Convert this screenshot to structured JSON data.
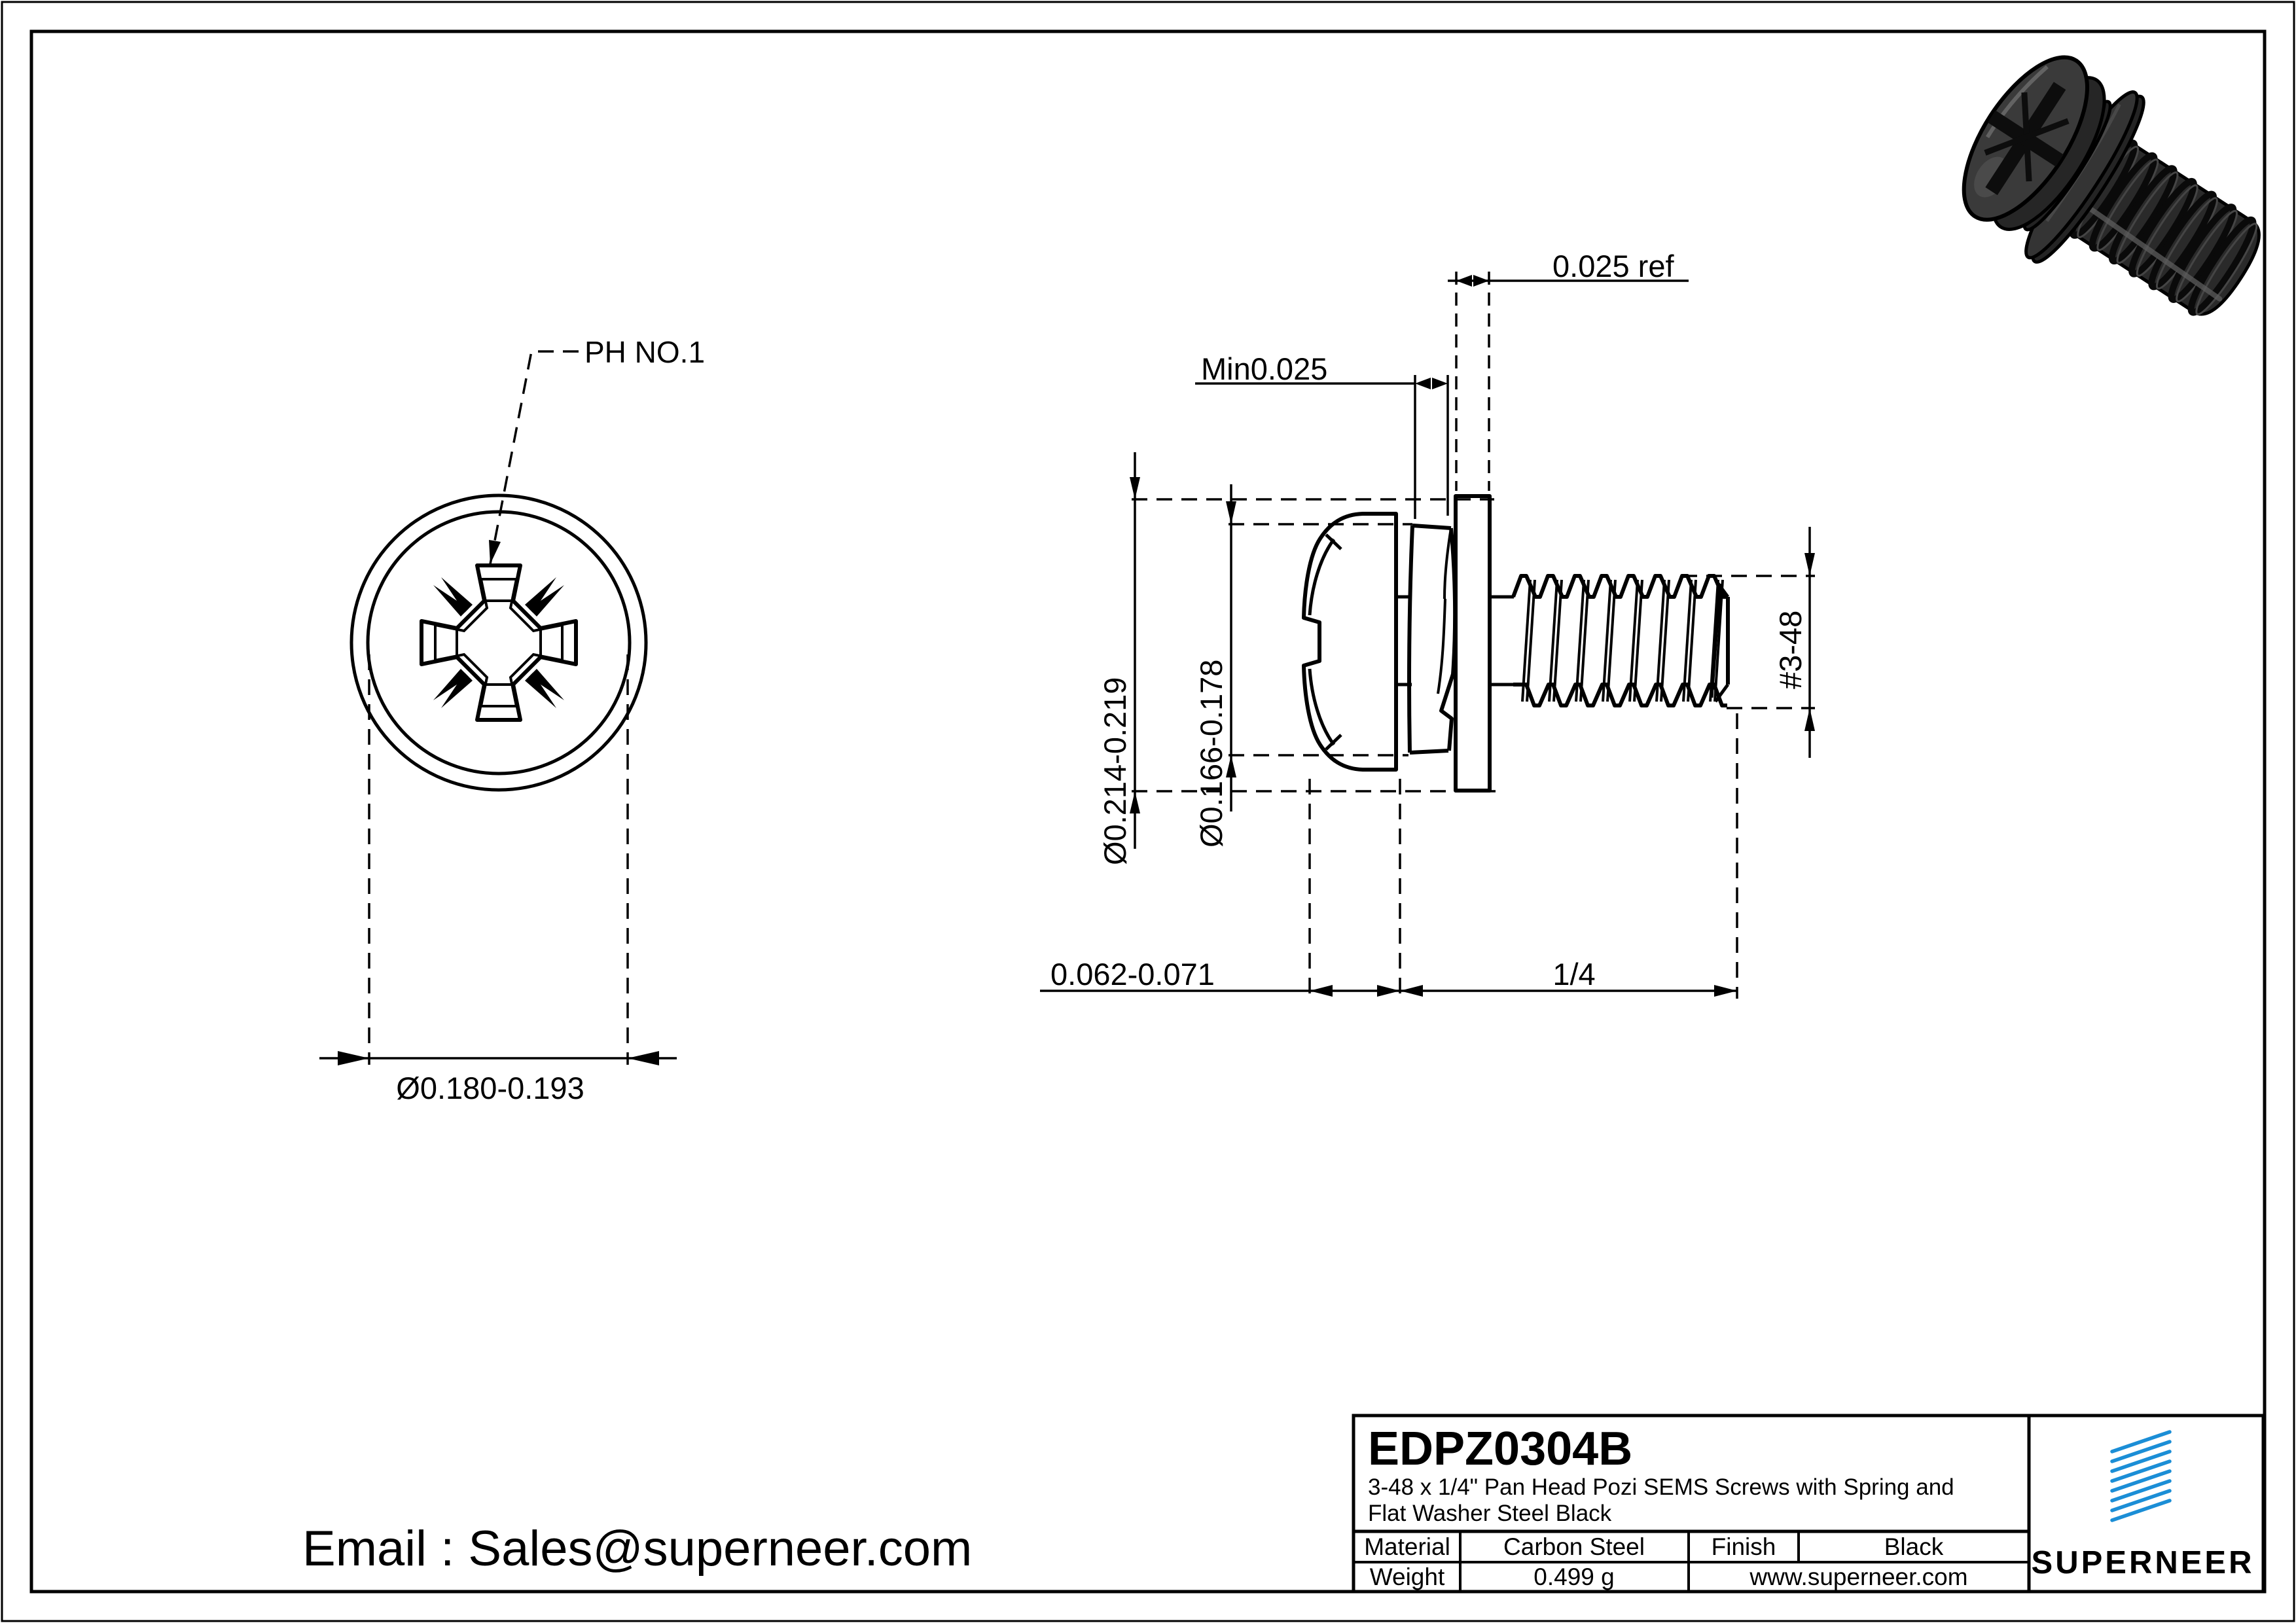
{
  "front_view": {
    "drive_callout": "PH NO.1",
    "dim_head_od": "Ø0.180-0.193"
  },
  "side_view": {
    "dim_flat_washer_thk": "0.025 ref",
    "dim_spring_washer_thk": "Min0.025",
    "dim_flat_washer_od": "Ø0.214-0.219",
    "dim_spring_washer_od": "Ø0.166-0.178",
    "dim_thread_size": "#3-48",
    "dim_head_height": "0.062-0.071",
    "dim_thread_length": "1/4"
  },
  "footer": {
    "email": "Email : Sales@superneer.com"
  },
  "title_block": {
    "part_number": "EDPZ0304B",
    "description_line1": "3-48 x 1/4\" Pan Head Pozi SEMS Screws with Spring and",
    "description_line2": "Flat Washer Steel Black",
    "material_label": "Material",
    "material_value": "Carbon Steel",
    "finish_label": "Finish",
    "finish_value": "Black",
    "weight_label": "Weight",
    "weight_value": "0.499 g",
    "website": "www.superneer.com",
    "brand": "SUPERNEER",
    "brand_color": "#1b8ed6",
    "link_color": "#2080c8"
  }
}
